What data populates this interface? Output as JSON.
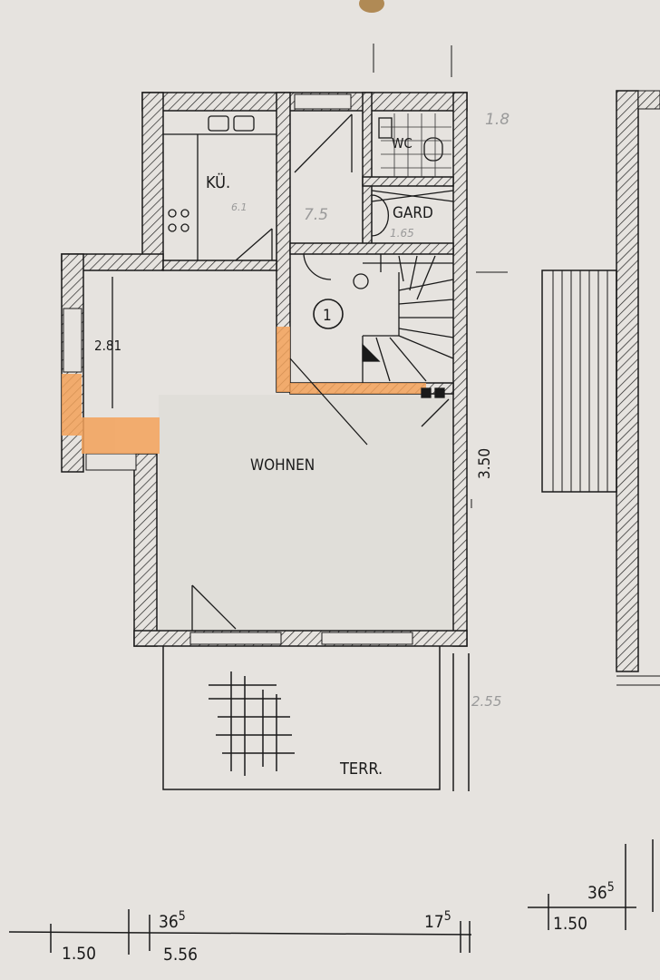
{
  "plan": {
    "rooms": {
      "kitchen": "KÜ.",
      "kitchen_area": "6.1",
      "hall_area": "7.5",
      "wc": "WC",
      "wardrobe": "GARD",
      "wardrobe_area": "1.65",
      "wc_area": "1.8",
      "stair_number": "1",
      "bay_dim": "2.81",
      "living": "WOHNEN",
      "living_dim": "3.50",
      "living_pencil": "2.55",
      "terrace": "TERR."
    },
    "dimensions": {
      "left_1": "1.50",
      "wall_1": "36",
      "wall_1_sup": "5",
      "main": "5.56",
      "end": "17",
      "end_sup": "5",
      "right_1": "1.50",
      "right_wall": "36",
      "right_wall_sup": "5"
    },
    "colors": {
      "paper": "#e6e3df",
      "ink": "#1a1a1a",
      "highlight": "#f3a25a"
    }
  }
}
